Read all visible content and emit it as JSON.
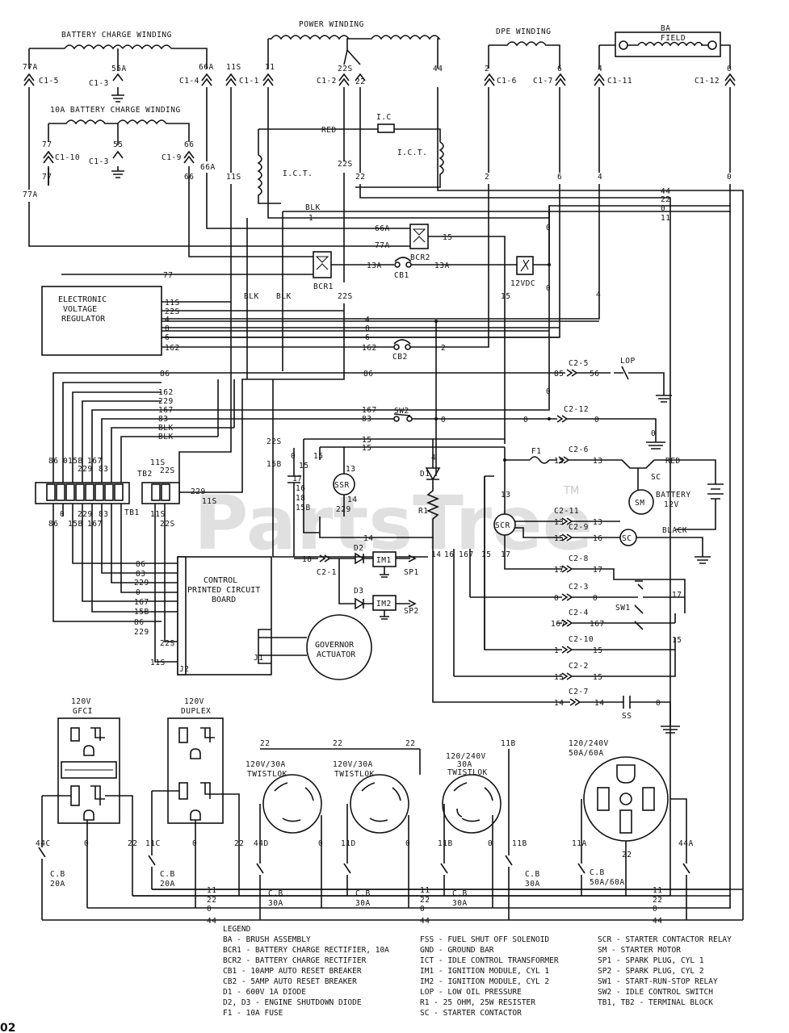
{
  "components": {
    "battery_charge_winding": "BATTERY CHARGE WINDING",
    "power_winding": "POWER WINDING",
    "dpe_winding": "DPE WINDING",
    "ba_label": "BA",
    "field": "FIELD",
    "ten_a_charge_winding": "10A BATTERY CHARGE WINDING",
    "ict_left": "I.C.T.",
    "ict_right": "I.C.T.",
    "ic": "I.C",
    "evr": [
      "ELECTRONIC",
      "VOLTAGE",
      "REGULATOR"
    ],
    "bcr1": "BCR1",
    "bcr2": "BCR2",
    "cb1": "CB1",
    "cb2": "CB2",
    "fuel_sol": "12VDC",
    "lop": "LOP",
    "sw2": "SW2",
    "ssr": "SSR",
    "scr": "SCR",
    "f1": "F1",
    "d1": "D1",
    "r1": "R1",
    "d2": "D2",
    "d3": "D3",
    "im1": "IM1",
    "im2": "IM2",
    "sp1": "SP1",
    "sp2": "SP2",
    "sw1": "SW1",
    "sc": "SC",
    "sm": "SM",
    "battery": [
      "BATTERY",
      "12V"
    ],
    "red": "RED",
    "black": "BLACK",
    "ss": "SS",
    "tb1": "TB1",
    "tb2": "TB2",
    "pcb": [
      "CONTROL",
      "PRINTED CIRCUIT",
      "BOARD"
    ],
    "j1": "J1",
    "j2": "J2",
    "governor": [
      "GOVERNOR",
      "ACTUATOR"
    ]
  },
  "connectors": {
    "c15": "C1-5",
    "c13a": "C1-3",
    "c14": "C1-4",
    "c11": "C1-1",
    "c12": "C1-2",
    "c16": "C1-6",
    "c17": "C1-7",
    "c111": "C1-11",
    "c112": "C1-12",
    "c110": "C1-10",
    "c13b": "C1-3",
    "c19": "C1-9",
    "c25": "C2-5",
    "c212": "C2-12",
    "c26": "C2-6",
    "c211": "C2-11",
    "c29": "C2-9",
    "c28": "C2-8",
    "c23": "C2-3",
    "c24": "C2-4",
    "c210": "C2-10",
    "c22": "C2-2",
    "c27": "C2-7",
    "c21": "C2-1"
  },
  "wires": {
    "w77a": "77A",
    "w55a": "55A",
    "w66a": "66A",
    "w11s": "11S",
    "w11": "11",
    "w22s": "22S",
    "w22": "22",
    "w44": "44",
    "w2": "2",
    "w6": "6",
    "w4": "4",
    "w0": "0",
    "w77": "77",
    "w55": "55",
    "w66": "66",
    "wred": "RED",
    "wblk": "BLK",
    "w1": "1",
    "w15": "15",
    "w13a": "13A",
    "w86": "86",
    "w162": "162",
    "w158": "15B",
    "w229": "229",
    "w83": "83",
    "w167": "167",
    "w14": "14",
    "w16": "16",
    "w17": "17",
    "w13": "13",
    "w18": "18",
    "w56": "56",
    "w85": "85",
    "w11d": "11D",
    "w11b": "11B",
    "w11c": "11C",
    "w44d": "44D",
    "w44c": "44C",
    "w44a": "44A",
    "w11a": "11A"
  },
  "outlets": {
    "gfci": [
      "120V",
      "GFCI"
    ],
    "duplex": [
      "120V",
      "DUPLEX"
    ],
    "twist1": [
      "120V/30A",
      "TWISTLOK"
    ],
    "twist2": [
      "120V/30A",
      "TWISTLOK"
    ],
    "twist3": [
      "120/240V",
      "30A",
      "TWISTLOK"
    ],
    "big": [
      "120/240V",
      "50A/60A"
    ]
  },
  "breakers": {
    "cb20": [
      "C.B",
      "20A"
    ],
    "cb20b": [
      "C.B",
      "20A"
    ],
    "cb30a": [
      "C.B",
      "30A"
    ],
    "cb30b": [
      "C.B",
      "30A"
    ],
    "cb30c": [
      "C.B",
      "30A"
    ],
    "cb30d": [
      "C.B",
      "30A"
    ],
    "cb50": [
      "C.B",
      "50A/60A"
    ]
  },
  "legend": {
    "title": "LEGEND",
    "col1": [
      "BA - BRUSH ASSEMBLY",
      "BCR1 - BATTERY CHARGE RECTIFIER, 10A",
      "BCR2 - BATTERY CHARGE RECTIFIER",
      "CB1 - 10AMP AUTO RESET BREAKER",
      "CB2 - 5AMP AUTO RESET BREAKER",
      "D1 - 600V 1A DIODE",
      "D2, D3 - ENGINE SHUTDOWN DIODE",
      "F1 - 10A FUSE"
    ],
    "col2": [
      "FSS - FUEL SHUT OFF SOLENOID",
      "GND - GROUND BAR",
      "ICT - IDLE CONTROL TRANSFORMER",
      "IM1 - IGNITION MODULE, CYL 1",
      "IM2 - IGNITION MODULE, CYL 2",
      "LOP - LOW OIL PRESSURE",
      "R1 - 25 OHM, 25W RESISTER",
      "SC - STARTER CONTACTOR"
    ],
    "col3": [
      "SCR - STARTER CONTACTOR RELAY",
      "SM - STARTER MOTOR",
      "SP1 - SPARK PLUG, CYL 1",
      "SP2 - SPARK PLUG, CYL 2",
      "SW1 - START-RUN-STOP RELAY",
      "SW2 - IDLE CONTROL SWITCH",
      "TB1, TB2 - TERMINAL BLOCK"
    ]
  },
  "watermark": "PartsTree",
  "watermark_tm": "TM",
  "page_number": "02"
}
